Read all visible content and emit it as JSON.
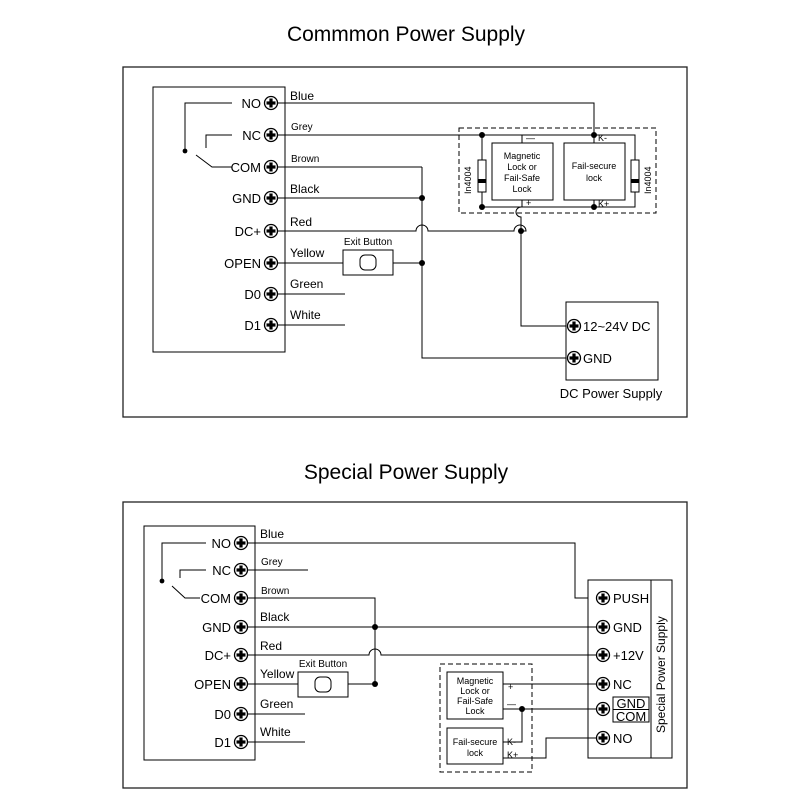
{
  "top": {
    "title": "Commmon Power Supply",
    "terminals": [
      "NO",
      "NC",
      "COM",
      "GND",
      "DC+",
      "OPEN",
      "D0",
      "D1"
    ],
    "wires": [
      "Blue",
      "Grey",
      "Brown",
      "Black",
      "Red",
      "Yellow",
      "Green",
      "White"
    ],
    "exit_button": "Exit Button",
    "mag_lock": [
      "Magnetic",
      "Lock or",
      "Fail-Safe",
      "Lock"
    ],
    "failsecure_lock": [
      "Fail-secure",
      "lock"
    ],
    "diode": "In4004",
    "minus": "—",
    "plus": "+",
    "k_minus": "K-",
    "k_plus": "K+",
    "psu_pos": "12~24V DC",
    "psu_gnd": "GND",
    "psu_label": "DC Power Supply"
  },
  "bottom": {
    "title": "Special Power Supply",
    "terminals": [
      "NO",
      "NC",
      "COM",
      "GND",
      "DC+",
      "OPEN",
      "D0",
      "D1"
    ],
    "wires": [
      "Blue",
      "Grey",
      "Brown",
      "Black",
      "Red",
      "Yellow",
      "Green",
      "White"
    ],
    "exit_button": "Exit Button",
    "mag_lock": [
      "Magnetic",
      "Lock or",
      "Fail-Safe",
      "Lock"
    ],
    "failsecure_lock": [
      "Fail-secure",
      "lock"
    ],
    "plus": "+",
    "minus": "—",
    "k_minus": "K-",
    "k_plus": "K+",
    "psu_terminals": [
      "PUSH",
      "GND",
      "+12V",
      "NC",
      "GND",
      "COM",
      "NO"
    ],
    "psu_label": "Special Power Supply"
  }
}
